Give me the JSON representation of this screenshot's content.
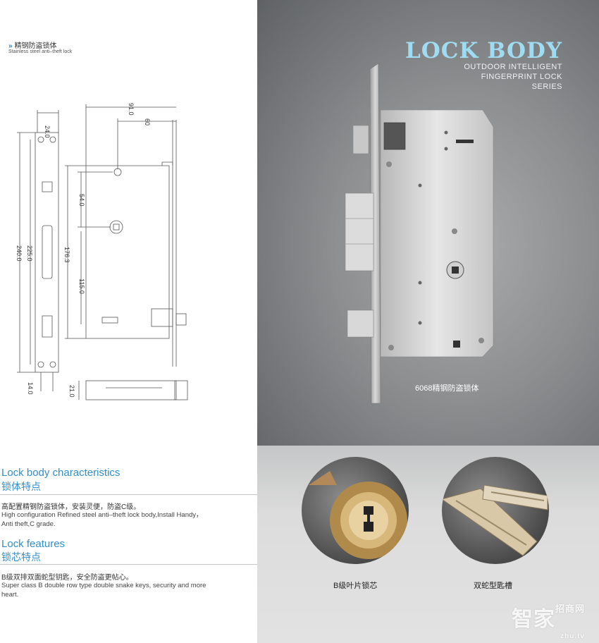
{
  "spec": {
    "subtitle_cn": "精钢防盗锁体",
    "subtitle_en": "Stainless steel anti–theft lock",
    "dimensions": [
      "24.0",
      "91.0",
      "60",
      "54.0",
      "240.0",
      "225.0",
      "176.3",
      "115.0",
      "14.0",
      "21.0"
    ]
  },
  "characteristics": {
    "title_en": "Lock body characteristics",
    "title_cn": "锁体特点",
    "text_cn": "高配置精钢防盗锁体，安装灵便，防盗C级。",
    "text_en": "High configuration Refined steel anti–theft lock body,Install Handy，Anti theft,C grade."
  },
  "features": {
    "title_en": "Lock features",
    "title_cn": "锁芯特点",
    "text_cn": "B级双排双面蛇型钥匙，安全防盗更帖心。",
    "text_en": "Super class B double row type double snake keys, security and more heart."
  },
  "hero": {
    "title": "LOCK BODY",
    "sub_line1": "OUTDOOR INTELLIGENT",
    "sub_line2": "FINGERPRINT LOCK",
    "sub_line3": "SERIES",
    "model_caption": "6068精钢防盗锁体"
  },
  "details": [
    {
      "caption": "B级叶片锁芯",
      "icon": "lock-cylinder"
    },
    {
      "caption": "双蛇型匙槽",
      "icon": "snake-key"
    }
  ],
  "watermark": {
    "main": "智家",
    "small": "招商网",
    "domain": "zhu.tv"
  },
  "colors": {
    "accent": "#2f8fc9",
    "title": "#9fdcf2"
  }
}
